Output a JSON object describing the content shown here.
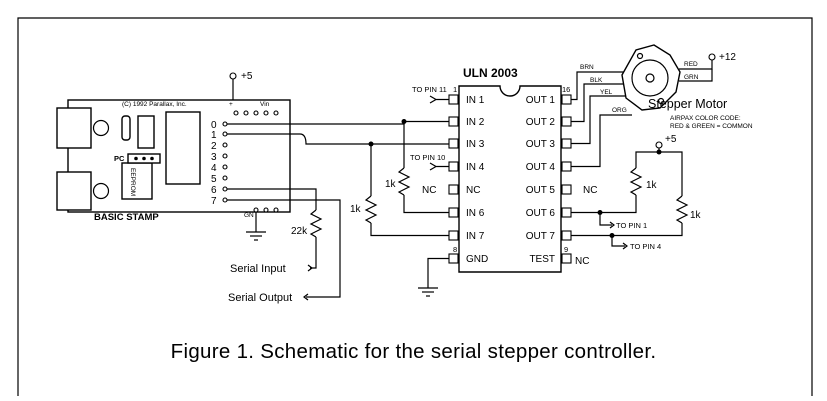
{
  "caption": "Figure 1. Schematic for the serial stepper controller.",
  "chip": {
    "name": "ULN 2003",
    "left_pins": [
      "IN 1",
      "IN 2",
      "IN 3",
      "IN 4",
      "NC",
      "IN 6",
      "IN 7",
      "GND"
    ],
    "right_pins": [
      "OUT 1",
      "OUT 2",
      "OUT 3",
      "OUT 4",
      "OUT 5",
      "OUT 6",
      "OUT 7",
      "TEST"
    ],
    "pin1": "1",
    "pin8": "8",
    "pin9": "9",
    "pin16": "16",
    "nc_left": "NC",
    "nc_right_out5": "NC",
    "nc_right_test": "NC"
  },
  "stamp": {
    "copyright": "(C) 1992 Parallax, Inc.",
    "label": "BASIC STAMP",
    "eeprom": "EEPROM",
    "pc": "PC",
    "vin": "Vin",
    "plus_sign": "+",
    "gnd_label": "GN",
    "pins": [
      "0",
      "1",
      "2",
      "3",
      "4",
      "5",
      "6",
      "7"
    ]
  },
  "supply": {
    "plus5_top": "+5",
    "plus5_right": "+5",
    "plus12": "+12"
  },
  "notes": {
    "to_pin11": "TO PIN 11",
    "to_pin10": "TO PIN 10",
    "to_pin1": "TO PIN 1",
    "to_pin4": "TO PIN 4"
  },
  "resistors": {
    "r1": "1k",
    "r2": "1k",
    "r_left": "1k",
    "r_22k": "22k",
    "r_right": "1k"
  },
  "serial": {
    "input": "Serial Input",
    "output": "Serial Output"
  },
  "motor": {
    "title": "Stepper Motor",
    "wires": [
      "BRN",
      "BLK",
      "YEL",
      "ORG",
      "RED",
      "GRN"
    ],
    "color_code_1": "AIRPAX COLOR CODE:",
    "color_code_2": "RED & GREEN = COMMON"
  }
}
